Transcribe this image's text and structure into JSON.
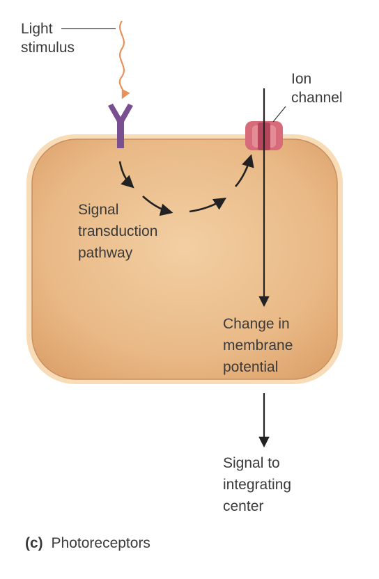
{
  "labels": {
    "light_stimulus": [
      "Light",
      "stimulus"
    ],
    "ion_channel": [
      "Ion",
      "channel"
    ],
    "signal_transduction": [
      "Signal",
      "transduction",
      "pathway"
    ],
    "membrane_change": [
      "Change in",
      "membrane",
      "potential"
    ],
    "signal_out": [
      "Signal to",
      "integrating",
      "center"
    ]
  },
  "caption": {
    "letter": "(c)",
    "text": "Photoreceptors"
  },
  "colors": {
    "cell_fill": "#e8b787",
    "cell_border": "#f4d8b0",
    "receptor": "#7a4f8f",
    "ion_channel": "#d76b7a",
    "ion_channel_dark": "#b5475c",
    "stimulus_wave": "#e8905a",
    "arrows": "#222222",
    "text": "#3a3a3a"
  }
}
